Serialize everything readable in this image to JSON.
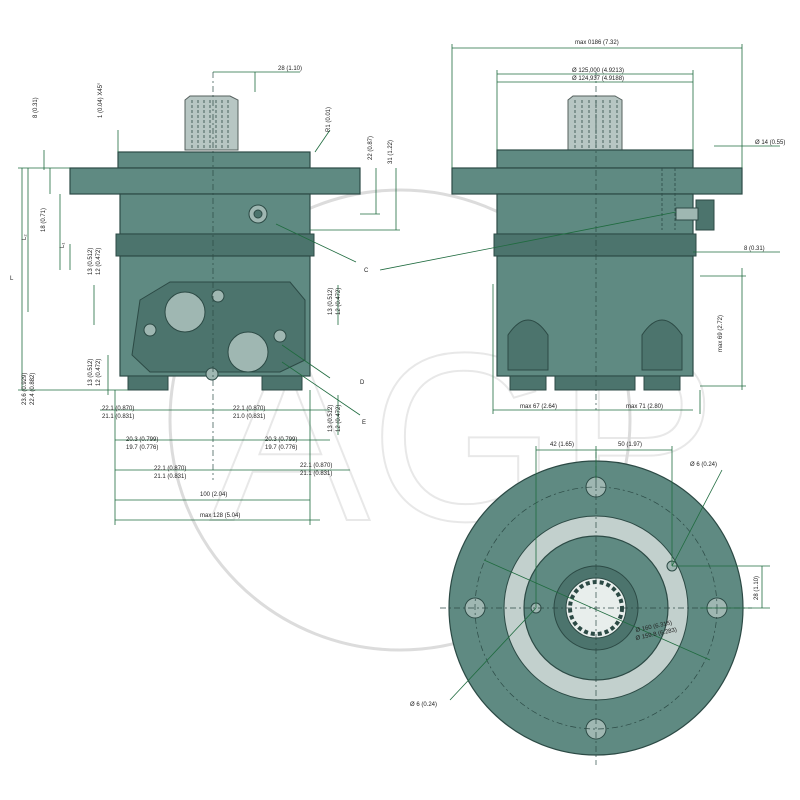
{
  "watermark": "AGP",
  "side_view": {
    "labels": {
      "chamfer": "1 (0.04) X45°",
      "top_offset": "8 (0.31)",
      "shaft_offset": "28 (1.10)",
      "radius": "R1 (0.01)",
      "dim_22": "22 (0.87)",
      "dim_31": "31 (1.22)",
      "dim_18": "18 (0.71)",
      "L2": "L₂",
      "L1": "L₁",
      "L": "L",
      "port_13a": "13 (0.512)",
      "port_12a": "12 (0.472)",
      "port_13b": "13 (0.512)",
      "port_12b": "12 (0.472)",
      "port_13c": "13 (0.512)",
      "port_12c": "12 (0.472)",
      "port_13d": "13 (0.512)",
      "port_12d": "12 (0.472)",
      "dim_23_6": "23.6 (0.929)",
      "dim_22_4": "22.4 (0.882)",
      "C": "C",
      "D": "D",
      "E": "E",
      "w_22_1a": "22.1 (0.870)",
      "w_21_1a": "21.1 (0.831)",
      "w_22_1b": "22.1 (0.870)",
      "w_21_1b": "21.0 (0.831)",
      "w_20_3a": "20.3 (0.799)",
      "w_19_7a": "19.7 (0.776)",
      "w_20_3b": "20.3 (0.799)",
      "w_19_7b": "19.7 (0.776)",
      "w_22_1c": "22.1 (0.870)",
      "w_21_1c": "21.1 (0.831)",
      "w_22_1d": "22.1 (0.870)",
      "w_21_1d": "21.1 (0.831)",
      "w_100": "100 (2.04)",
      "w_128": "max 128 (5.04)"
    }
  },
  "front_view": {
    "labels": {
      "max_width": "max 0186 (7.32)",
      "d125": "Ø 125,000 (4.9213)",
      "d124": "Ø 124,937 (4.9188)",
      "d14": "Ø 14 (0.55)",
      "dim_8": "8 (0.31)",
      "max69": "max 69 (2.72)",
      "max67": "max 67 (2.64)",
      "max71": "max 71 (2.80)"
    }
  },
  "flange_view": {
    "labels": {
      "dim_42": "42 (1.65)",
      "dim_50": "50 (1.97)",
      "d6_top": "Ø 6 (0.24)",
      "dim_28": "28 (1.10)",
      "d160": "Ø 160 (6.315)",
      "d159": "Ø 159.8 (6.283)",
      "d6_bottom": "Ø 6 (0.24)"
    }
  }
}
